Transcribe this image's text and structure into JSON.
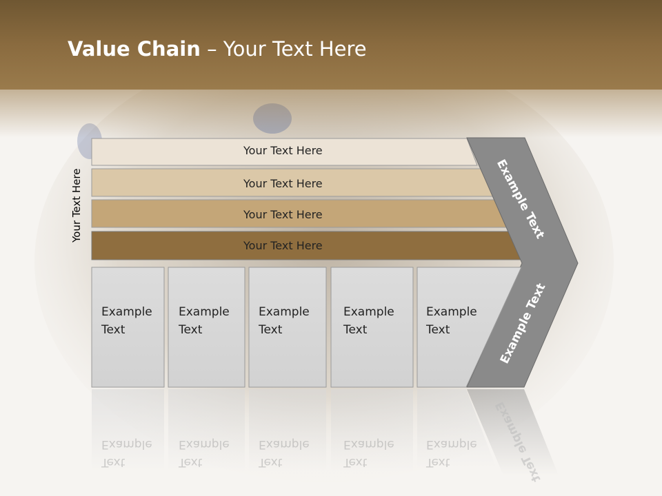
{
  "slide": {
    "title_bold": "Value Chain",
    "title_rest": " – Your Text Here",
    "vertical_label": "Your Text Here"
  },
  "bars": [
    {
      "label": "Your Text Here",
      "color": "#ece3d6"
    },
    {
      "label": "Your Text Here",
      "color": "#dbc8a8"
    },
    {
      "label": "Your Text Here",
      "color": "#c4a678"
    },
    {
      "label": "Your Text Here",
      "color": "#8f6e3f"
    }
  ],
  "cells": [
    {
      "line1": "Example",
      "line2": "Text"
    },
    {
      "line1": "Example",
      "line2": "Text"
    },
    {
      "line1": "Example",
      "line2": "Text"
    },
    {
      "line1": "Example",
      "line2": "Text"
    },
    {
      "line1": "Example",
      "line2": "Text"
    }
  ],
  "chevron": {
    "top_label": "Example Text",
    "bottom_label": "Example Text",
    "color": "#8a8a8a"
  }
}
